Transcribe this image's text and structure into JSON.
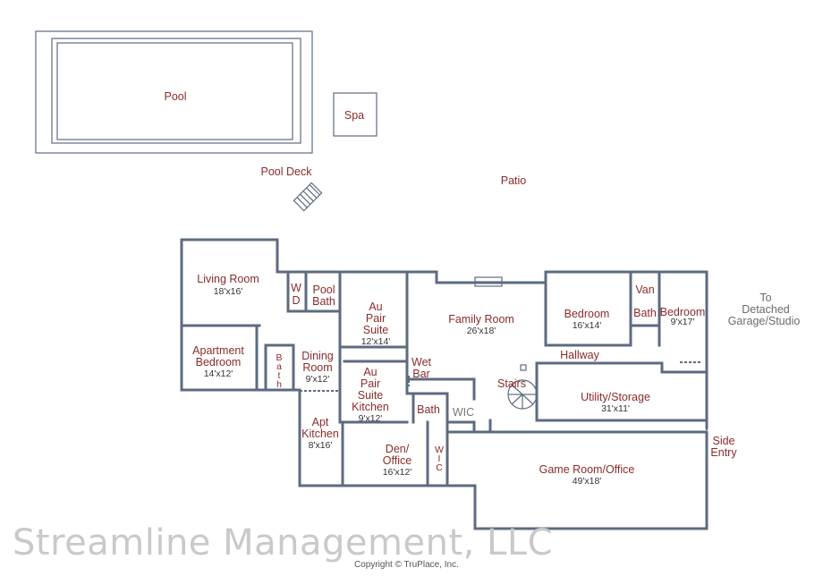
{
  "outdoor": {
    "pool": "Pool",
    "spa": "Spa",
    "pool_deck": "Pool Deck",
    "patio": "Patio"
  },
  "rooms": {
    "living_room": {
      "name": "Living Room",
      "dim": "18'x16'"
    },
    "wd": {
      "line1": "W",
      "line2": "D"
    },
    "pool_bath": {
      "line1": "Pool",
      "line2": "Bath"
    },
    "au_pair_suite": {
      "line1": "Au",
      "line2": "Pair",
      "line3": "Suite",
      "dim": "12'x14'"
    },
    "family_room": {
      "name": "Family Room",
      "dim": "26'x18'"
    },
    "bedroom_1": {
      "name": "Bedroom",
      "dim": "16'x14'"
    },
    "van": "Van",
    "bath_upper": "Bath",
    "bedroom_2": {
      "name": "Bedroom",
      "dim": "9'x17'"
    },
    "apartment_bedroom": {
      "line1": "Apartment",
      "line2": "Bedroom",
      "dim": "14'x12'"
    },
    "apt_bath": {
      "line1": "B",
      "line2": "a",
      "line3": "t",
      "line4": "h"
    },
    "dining_room": {
      "line1": "Dining",
      "line2": "Room",
      "dim": "9'x12'"
    },
    "au_pair_kitchen": {
      "line1": "Au",
      "line2": "Pair",
      "line3": "Suite",
      "line4": "Kitchen",
      "dim": "9'x12'"
    },
    "wet_bar": {
      "line1": "Wet",
      "line2": "Bar"
    },
    "stairs": "Stairs",
    "hallway": "Hallway",
    "utility_storage": {
      "name": "Utility/Storage",
      "dim": "31'x11'"
    },
    "bath_mid": "Bath",
    "wic_1": "WIC",
    "apt_kitchen": {
      "line1": "Apt",
      "line2": "Kitchen",
      "dim": "8'x16'"
    },
    "den_office": {
      "line1": "Den/",
      "line2": "Office",
      "dim": "16'x12'"
    },
    "wic_2": {
      "line1": "W",
      "line2": "I",
      "line3": "C"
    },
    "game_room": {
      "name": "Game Room/Office",
      "dim": "49'x18'"
    }
  },
  "exterior": {
    "side_entry": {
      "line1": "Side",
      "line2": "Entry"
    },
    "to_garage": {
      "line1": "To",
      "line2": "Detached",
      "line3": "Garage/Studio"
    }
  },
  "watermark": "Streamline Management, LLC",
  "copyright": "Copyright © TruPlace, Inc."
}
